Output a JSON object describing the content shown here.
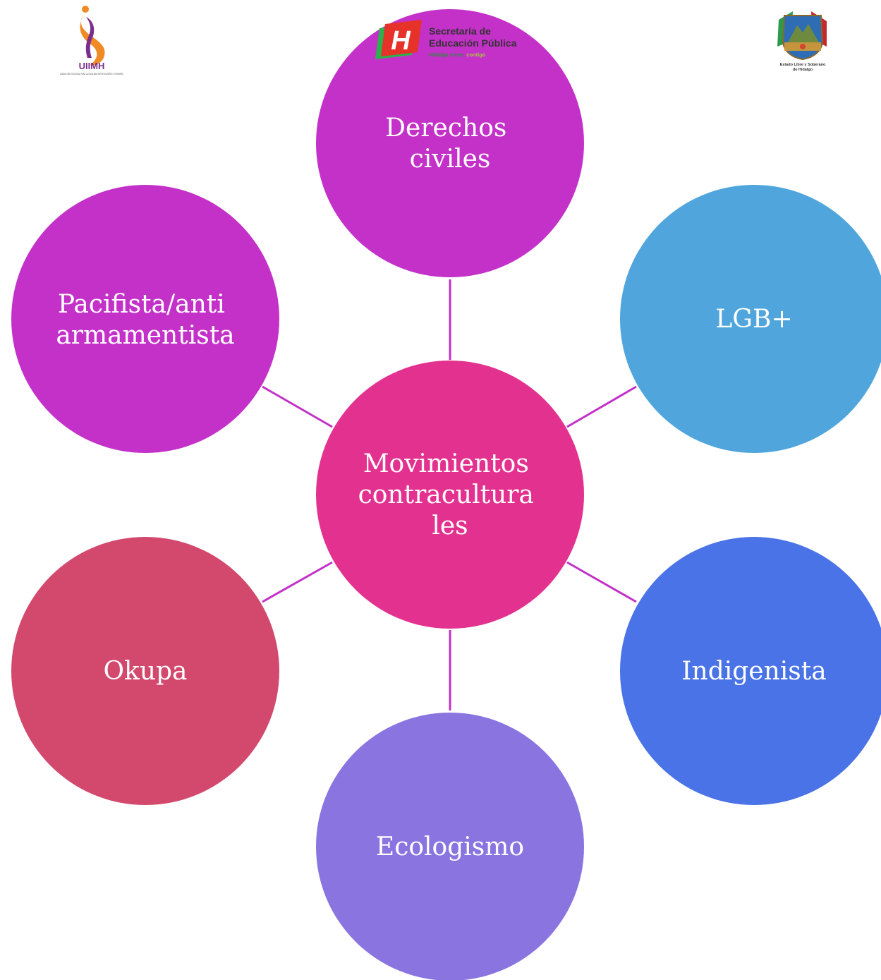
{
  "logos": {
    "left": {
      "name": "UIIMH",
      "tagline": "UNIDAD INSTITUCIONAL PARA LA IGUALDAD ENTRE MUJERES Y HOMBRES"
    },
    "center": {
      "letter": "H",
      "line1": "Secretaría de",
      "line2": "Educación Pública",
      "slogan_a": "Hidalgo crece",
      "slogan_b": "contigo"
    },
    "right": {
      "line1": "Estado Libre y Soberano",
      "line2": "de Hidalgo"
    }
  },
  "center_node": {
    "lines": [
      "Movimientos",
      "contracultura",
      "les"
    ],
    "color": "#e3318f"
  },
  "nodes": [
    {
      "id": "derechos-civiles",
      "lines": [
        "Derechos",
        "civiles"
      ],
      "color": "#c431c9"
    },
    {
      "id": "lgb",
      "lines": [
        "LGB+"
      ],
      "color": "#4fa5dc"
    },
    {
      "id": "indigenista",
      "lines": [
        "Indigenista"
      ],
      "color": "#4973e6"
    },
    {
      "id": "ecologismo",
      "lines": [
        "Ecologismo"
      ],
      "color": "#8a74e0"
    },
    {
      "id": "okupa",
      "lines": [
        "Okupa"
      ],
      "color": "#d3486d"
    },
    {
      "id": "pacifista",
      "lines": [
        "Pacifista/anti",
        "armamentista"
      ],
      "color": "#c431c9"
    }
  ],
  "connector_color": "#c231c8"
}
